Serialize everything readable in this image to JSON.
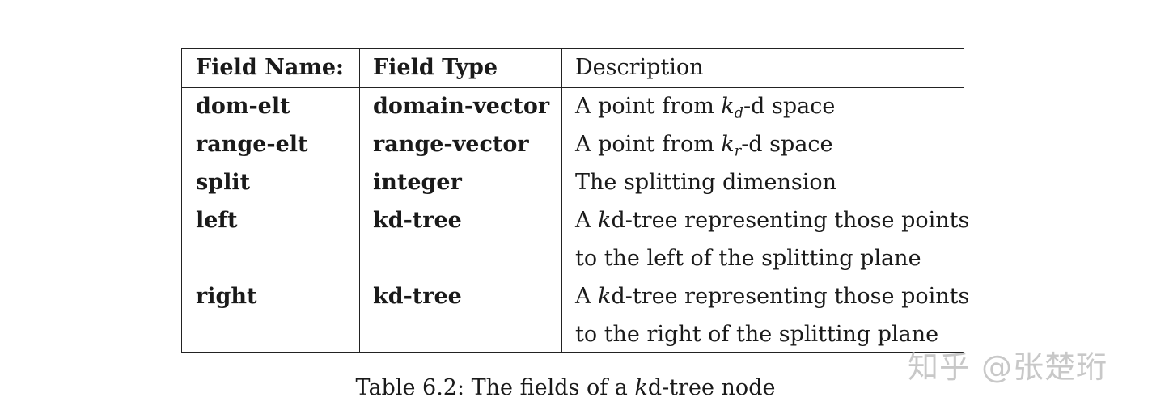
{
  "table": {
    "headers": [
      "Field Name:",
      "Field Type",
      "Description"
    ],
    "rows": [
      {
        "name": "dom-elt",
        "type": "domain-vector",
        "desc_pre": "A point from ",
        "desc_math": "k",
        "desc_sub": "d",
        "desc_post": "-d space"
      },
      {
        "name": "range-elt",
        "type": "range-vector",
        "desc_pre": "A point from ",
        "desc_math": "k",
        "desc_sub": "r",
        "desc_post": "-d space"
      },
      {
        "name": "split",
        "type": "integer",
        "desc": "The splitting dimension"
      },
      {
        "name": "left",
        "type": "kd-tree",
        "desc_pre": "A ",
        "desc_math": "k",
        "desc_post": "d-tree representing those points",
        "desc_line2": "to the left of the splitting plane"
      },
      {
        "name": "right",
        "type": "kd-tree",
        "desc_pre": "A ",
        "desc_math": "k",
        "desc_post": "d-tree representing those points",
        "desc_line2": "to the right of the splitting plane"
      }
    ]
  },
  "caption": {
    "pre": "Table 6.2: The fields of a ",
    "math": "k",
    "post": "d-tree node"
  },
  "watermark": "知乎 @张楚珩"
}
